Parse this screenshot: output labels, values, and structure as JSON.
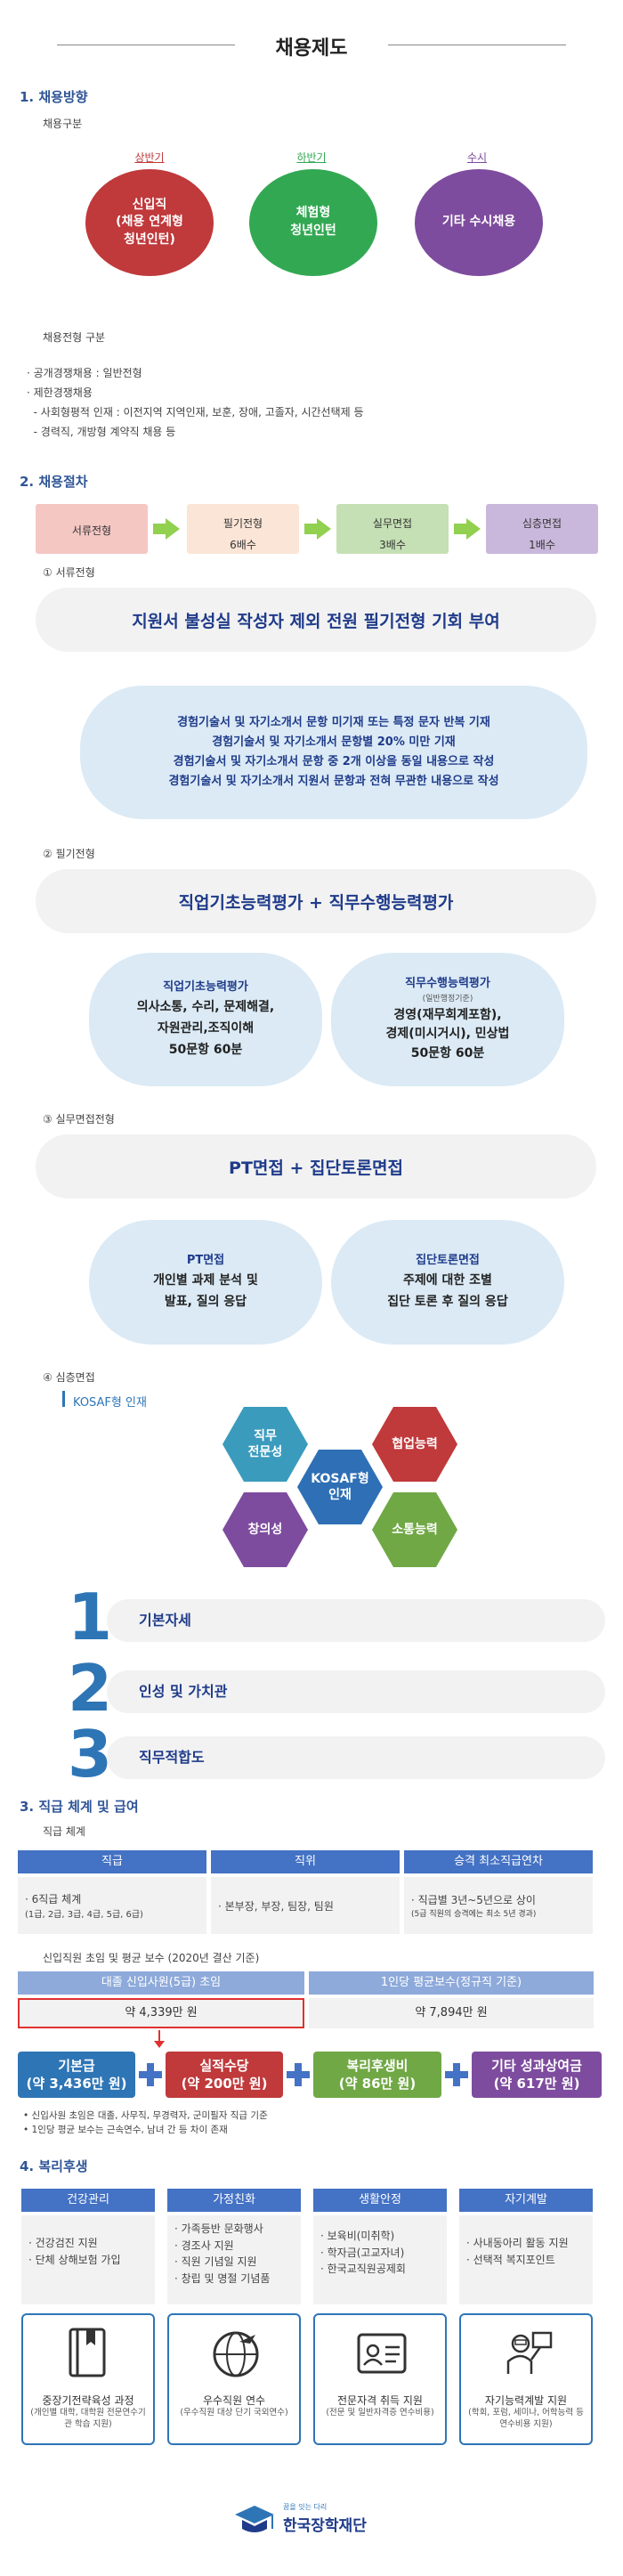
{
  "page": {
    "title": "채용제도"
  },
  "s1": {
    "title": "1. 채용방향",
    "sub1": "채용구분",
    "cats": [
      "상반기",
      "하반기",
      "수시"
    ],
    "circles": [
      {
        "text": "신입직\n(채용 연계형\n청년인턴)",
        "color": "#c0393b"
      },
      {
        "text": "체험형\n청년인턴",
        "color": "#33a853"
      },
      {
        "text": "기타 수시채용",
        "color": "#7e4c9e"
      }
    ],
    "sub2": "채용전형 구분",
    "lines": [
      "· 공개경쟁채용 : 일반전형",
      "· 제한경쟁채용",
      "  - 사회형평적 인재 : 이전지역 지역인재, 보훈, 장애, 고졸자, 시간선택제 등",
      "  - 경력직, 개방형 계약직 채용 등"
    ]
  },
  "s2": {
    "title": "2. 채용절차",
    "steps": [
      {
        "name": "서류전형",
        "sub": "",
        "color": "#f4c7c3"
      },
      {
        "name": "필기전형",
        "sub": "6배수",
        "color": "#fbe5d6"
      },
      {
        "name": "실무면접",
        "sub": "3배수",
        "color": "#c5e0b4"
      },
      {
        "name": "심층면접",
        "sub": "1배수",
        "color": "#c9b8db"
      }
    ],
    "doc": {
      "label": "① 서류전형",
      "pill": "지원서 불성실 작성자 제외 전원 필기전형 기회 부여",
      "lines": [
        "경험기술서 및 자기소개서 문항 미기재 또는 특정 문자 반복 기재",
        "경험기술서 및 자기소개서  문항별 20% 미만 기재",
        "경험기술서 및 자기소개서  문항 중 2개 이상을 동일 내용으로 작성",
        "경험기술서 및 자기소개서 지원서 문항과 전혀 무관한 내용으로 작성"
      ]
    },
    "written": {
      "label": "② 필기전형",
      "pill": "직업기초능력평가 + 직무수행능력평가",
      "left": {
        "title": "직업기초능력평가",
        "body": [
          "의사소통, 수리, 문제해결,",
          "자원관리,조직이해",
          "50문항 60분"
        ]
      },
      "right": {
        "title": "직무수행능력평가",
        "note": "(일반행정기준)",
        "body": [
          "경영(재무회계포함),",
          "경제(미시거시), 민상법",
          "50문항 60분"
        ]
      }
    },
    "practical": {
      "label": "③ 실무면접전형",
      "pill": "PT면접 + 집단토론면접",
      "left": {
        "title": "PT면접",
        "body": [
          "개인별 과제 분석 및",
          "발표, 질의 응답"
        ]
      },
      "right": {
        "title": "집단토론면접",
        "body": [
          "주제에 대한 조별",
          "집단 토론 후 질의 응답"
        ]
      }
    },
    "deep": {
      "label": "④ 심층면접",
      "kosaf": "KOSAF형 인재",
      "hexes": [
        {
          "text": "직무\n전문성",
          "color": "#3a9bbd"
        },
        {
          "text": "협업능력",
          "color": "#c0393b"
        },
        {
          "text": "KOSAF형\n인재",
          "color": "#2e6fb5"
        },
        {
          "text": "창의성",
          "color": "#7e4c9e"
        },
        {
          "text": "소통능력",
          "color": "#70a845"
        }
      ],
      "items": [
        {
          "num": "1",
          "text": "기본자세"
        },
        {
          "num": "2",
          "text": "인성 및 가치관"
        },
        {
          "num": "3",
          "text": "직무적합도"
        }
      ]
    }
  },
  "s3": {
    "title": "3. 직급 체계 및 급여",
    "sub1": "직급 체계",
    "headers": [
      "직급",
      "직위",
      "승격 최소직급연차"
    ],
    "cells": [
      {
        "main": "· 6직급 체계",
        "small": "(1급, 2급, 3급, 4급, 5급, 6급)"
      },
      {
        "main": "· 본부장, 부장, 팀장, 팀원",
        "small": ""
      },
      {
        "main": "· 직급별 3년~5년으로 상이",
        "small": "(5급 직원의 승격에는 최소 5년 경과)"
      }
    ],
    "sub2": "신입직원 초임 및 평균 보수 (2020년 결산 기준)",
    "payHeaders": [
      "대졸 신입사원(5급) 초임",
      "1인당 평균보수(정규직 기준)"
    ],
    "payValues": [
      "약 4,339만 원",
      "약 7,894만 원"
    ],
    "parts": [
      {
        "name": "기본급",
        "value": "(약 3,436만 원)",
        "color": "#2e75b6"
      },
      {
        "name": "실적수당",
        "value": "(약 200만 원)",
        "color": "#c0393b"
      },
      {
        "name": "복리후생비",
        "value": "(약 86만 원)",
        "color": "#70a845"
      },
      {
        "name": "기타 성과상여금",
        "value": "(약 617만 원)",
        "color": "#7e4c9e"
      }
    ],
    "notes": [
      "• 신입사원 초임은 대졸, 사무직, 무경력자, 군미필자 직급 기준",
      "• 1인당 평균 보수는 근속연수, 남녀 간 등 차이 존재"
    ]
  },
  "s4": {
    "title": "4. 복리후생",
    "heads": [
      "건강관리",
      "가정친화",
      "생활안정",
      "자기계발"
    ],
    "lists": [
      [
        "· 건강검진 지원",
        "· 단체 상해보험 가입"
      ],
      [
        "· 가족등반 문화행사",
        "· 경조사 지원",
        "· 직원 기념일 지원",
        "· 창립 및 명절 기념품"
      ],
      [
        "· 보육비(미취학)",
        "· 학자금(고교자녀)",
        "· 한국교직원공제회"
      ],
      [
        "· 사내동아리 활동 지원",
        "· 선택적 복지포인트"
      ]
    ],
    "cards": [
      {
        "icon": "book-icon",
        "title": "중장기전략육성 과정",
        "small": "(개인별 대학, 대학원 전문연수기관 학습 지원)"
      },
      {
        "icon": "globe-icon",
        "title": "우수직원 연수",
        "small": "(우수직원 대상 단기 국외연수)"
      },
      {
        "icon": "id-card-icon",
        "title": "전문자격 취득 지원",
        "small": "(전문 및 일반자격증 연수비용)"
      },
      {
        "icon": "teacher-icon",
        "title": "자기능력계발 지원",
        "small": "(학회, 포럼, 세미나, 어학능력 등 연수비용 지원)"
      }
    ]
  },
  "footer": {
    "tagline": "꿈을 잇는 다리",
    "org": "한국장학재단"
  }
}
